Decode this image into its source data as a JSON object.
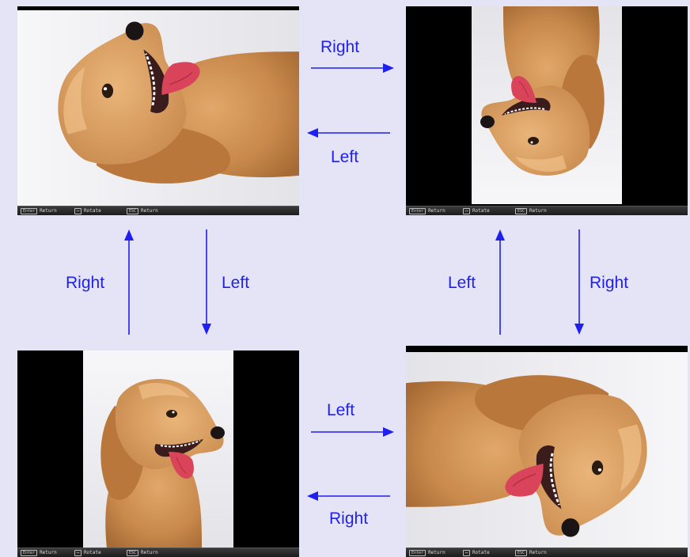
{
  "colors": {
    "background": "#e4e4f6",
    "arrow": "#1f1ff0",
    "frame": "#000000"
  },
  "control_bar": {
    "return_key": "Enter",
    "return_label": "Return",
    "rotate_key": "⟷",
    "rotate_label": "Rotate",
    "esc_key": "ESC",
    "esc_label": "Return"
  },
  "arrows": {
    "top_right": "Right",
    "top_left": "Left",
    "left_up": "Right",
    "left_down": "Left",
    "right_up": "Left",
    "right_down": "Right",
    "bottom_right": "Left",
    "bottom_left": "Right"
  },
  "panels": [
    {
      "name": "dog-rotated-90",
      "rotation_deg": -90
    },
    {
      "name": "dog-rotated-180",
      "rotation_deg": 180
    },
    {
      "name": "dog-upright",
      "rotation_deg": 0
    },
    {
      "name": "dog-rotated-270",
      "rotation_deg": 90
    }
  ]
}
